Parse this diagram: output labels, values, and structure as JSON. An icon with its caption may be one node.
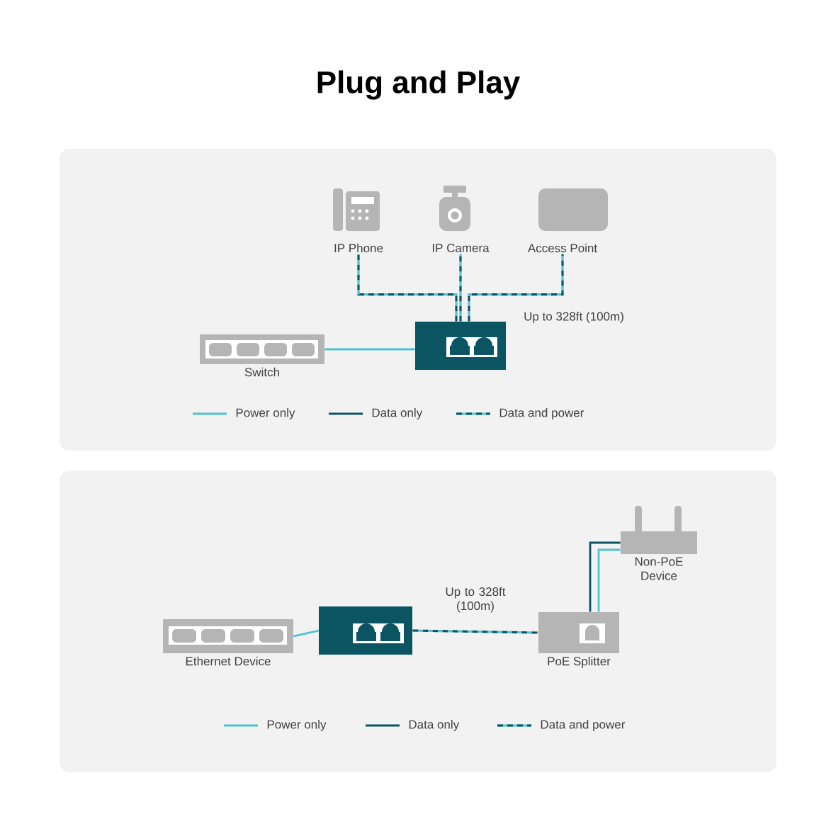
{
  "diagram": {
    "title": "Plug and Play",
    "nodes": [
      {
        "text": [
          "IP Phone"
        ]
      },
      {
        "text": [
          "IP Camera"
        ]
      },
      {
        "text": [
          "Access Point"
        ]
      },
      {
        "text": [
          "Switch"
        ]
      },
      {
        "text": [],
        "shape": "box"
      },
      {
        "text": [
          "Ethernet Device"
        ]
      },
      {
        "text": [],
        "shape": "box"
      },
      {
        "text": [
          "PoE Splitter"
        ]
      },
      {
        "text": [
          "Non-PoE Device"
        ]
      }
    ],
    "edges": [
      {
        "from": 4,
        "to": 0,
        "arrow": "none",
        "style": "dashed",
        "color": "#0b5563"
      },
      {
        "from": 4,
        "to": 1,
        "arrow": "none",
        "style": "dashed",
        "color": "#0b5563"
      },
      {
        "from": 4,
        "to": 2,
        "arrow": "none",
        "style": "dashed",
        "color": "#0b5563"
      },
      {
        "from": 3,
        "to": 4,
        "arrow": "none",
        "color": "#4fc3cf"
      },
      {
        "from": 5,
        "to": 6,
        "arrow": "none",
        "color": "#4fc3cf"
      },
      {
        "from": 6,
        "to": 7,
        "arrow": "none",
        "style": "dashed",
        "color": "#0b5563",
        "label": "Up to 328ft (100m)"
      },
      {
        "from": 7,
        "to": 8,
        "arrow": "none",
        "color": "#0b5563"
      },
      {
        "from": 7,
        "to": 8,
        "arrow": "none",
        "color": "#4fc3cf"
      }
    ],
    "labels": [
      "Up to 328ft (100m)"
    ],
    "legend": [
      {
        "text": "Power only"
      },
      {
        "text": "Data only"
      },
      {
        "text": "Data and power"
      },
      {
        "text": "Power only"
      },
      {
        "text": "Data only"
      },
      {
        "text": "Data and power"
      }
    ]
  }
}
